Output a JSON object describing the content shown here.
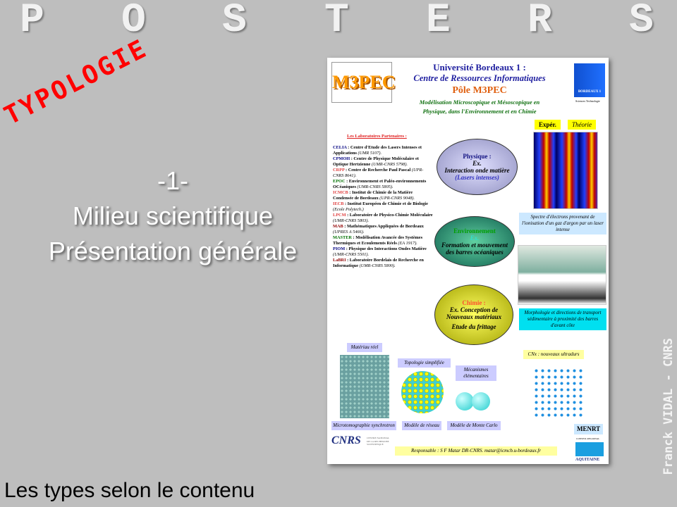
{
  "header": {
    "letters": [
      "P",
      "O",
      "S",
      "T",
      "E",
      "R",
      "S"
    ]
  },
  "stamp": "TYPOLOGIE",
  "left": {
    "number": "-1-",
    "line1": "Milieu scientifique",
    "line2": "Présentation générale"
  },
  "footer": "Les types selon le contenu",
  "credit": "Franck VIDAL - CNRS",
  "poster": {
    "logo": "M3PEC",
    "univ": "Université Bordeaux 1 :",
    "centre": "Centre de Ressources Informatiques",
    "pole": "Pôle M3PEC",
    "subtitle1": "Modélisation Microscopique et Mésoscopique en",
    "subtitle2": "Physique, dans l'Environnement et en Chimie",
    "univ_logo": "BORDEAUX 1",
    "univ_logo_sub": "Sciences Technologie",
    "tag_exp": "Expér.",
    "tag_theo": "Théorie",
    "labs_title": "Les Laboratoires Partenaires :",
    "labs": [
      {
        "code": "CELIA",
        "color": "#000080",
        "desc": " : Centre d'Etude des Lasers Intenses et Applications ",
        "ref": "(UMR 5107)."
      },
      {
        "code": "CPMOH",
        "color": "#000080",
        "desc": " : Centre de Physique Moléculaire et Optique Hertzienne ",
        "ref": "(UMR-CNRS 5798)."
      },
      {
        "code": "CRPP",
        "color": "#e04040",
        "desc": " : Centre de Recherche Paul Pascal ",
        "ref": "(UPR-CNRS 8641)."
      },
      {
        "code": "EPOC",
        "color": "#007000",
        "desc": " : Environnement et Paléo-environnements OCéaniques ",
        "ref": "(UMR-CNRS 5805)."
      },
      {
        "code": "ICMCB",
        "color": "#e04040",
        "desc": " : Institut de Chimie de la Matière Condensée de Bordeaux ",
        "ref": "(UPR-CNRS 9048)."
      },
      {
        "code": "IECB",
        "color": "#e04040",
        "desc": " : Institut Européen de Chimie et de Biologie ",
        "ref": "(Ecole Polytech.)"
      },
      {
        "code": "LPCM",
        "color": "#e04040",
        "desc": " : Laboratoire de Physico-Chimie Moléculaire ",
        "ref": "(UMR-CNRS 5803)."
      },
      {
        "code": "MAB",
        "color": "#900000",
        "desc": " : Mathématiques Appliquées de Bordeaux ",
        "ref": "(UPRES A 5466)."
      },
      {
        "code": "MASTER",
        "color": "#007000",
        "desc": " : Modélisation Avancée des Systèmes Thermiques et Ecoulements Réels ",
        "ref": "(EA 1917)."
      },
      {
        "code": "PIOM",
        "color": "#000080",
        "desc": " : Physique des Interactions Ondes Matière ",
        "ref": "(UMR-CNRS 5501)."
      },
      {
        "code": "LaBRI",
        "color": "#900000",
        "desc": " : Laboratoire Bordelais de Recherche en Informatique ",
        "ref": "(UMR-CNRS 5800)."
      }
    ],
    "physique": {
      "title": "Physique :",
      "ex": "Ex.",
      "l1": "Interaction onde matière",
      "l2": "(Lasers intenses)"
    },
    "env": {
      "title": "Environnement",
      "ex": "Ex.",
      "l1": "Formation et mouvement",
      "l2": "des barres océaniques"
    },
    "chimie": {
      "title": "Chimie :",
      "l1": "Ex. Conception de",
      "l2": "Nouveaux matériaux",
      "l3": "Etude du frittage"
    },
    "cap_spectre": "Spectre d'électrons provenant de l'ionisation d'un gaz d'argon par un laser intense",
    "cap_morpho": "Morphologie et directions de transport sédimentaire à proximité des barres d'avant côte",
    "cap_materiau": "Matériau réel",
    "cap_topo": "Topologie simplifiée",
    "cap_meca": "Mécanismes élémentaires",
    "cap_cnx": "CNx : nouveaux ultradurs",
    "cap_micro": "Microtomographie synchrotron",
    "cap_reseau": "Modèle de réseau",
    "cap_mc": "Modèle de Monte Carlo",
    "cnrs": "CNRS",
    "cnrs_sub": "CENTRE NATIONAL DE LA RECHERCHE SCIENTIFIQUE",
    "responsable": "Responsable : S F Matar DR-CNRS. matar@icmcb.u-bordeaux.fr",
    "menrt": "MENRT",
    "region": "CONSEIL REGIONAL",
    "aquitaine": "AQUITAINE"
  }
}
